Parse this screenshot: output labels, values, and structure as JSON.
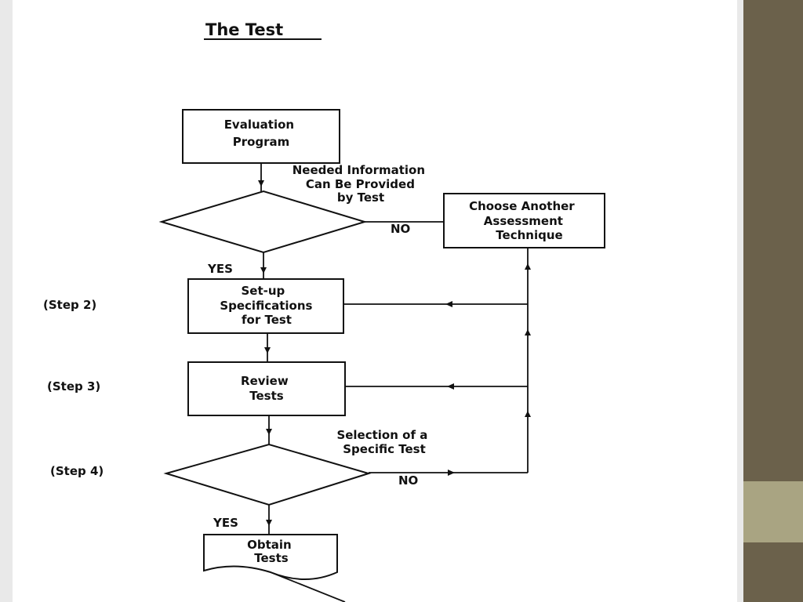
{
  "title": "The Test",
  "colors": {
    "sidebar_dark": "#6b614b",
    "sidebar_accent": "#a9a482",
    "line": "#111111",
    "background": "#ffffff"
  },
  "nodes": {
    "evaluation_program": [
      "Evaluation",
      "Program"
    ],
    "decision_1_question": [
      "Needed Information",
      "Can Be Provided",
      "by Test"
    ],
    "choose_another": [
      "Choose Another",
      "Assessment",
      "Technique"
    ],
    "setup_specs": [
      "Set-up",
      "Specifications",
      "for Test"
    ],
    "review_tests": [
      "Review",
      "Tests"
    ],
    "decision_2_question": [
      "Selection of a",
      "Specific Test"
    ],
    "obtain_tests": [
      "Obtain",
      "Tests"
    ]
  },
  "edge_labels": {
    "yes_1": "YES",
    "no_1": "NO",
    "yes_2": "YES",
    "no_2": "NO"
  },
  "steps": {
    "step_2": "(Step 2)",
    "step_3": "(Step 3)",
    "step_4": "(Step 4)"
  }
}
